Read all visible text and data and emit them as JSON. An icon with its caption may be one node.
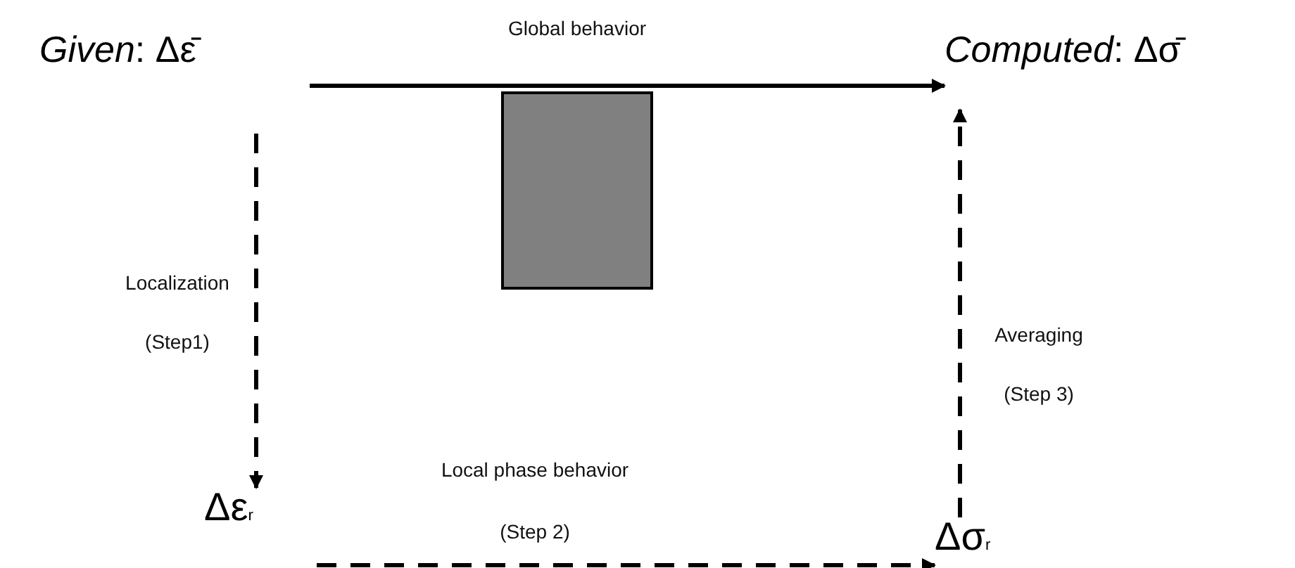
{
  "diagram": {
    "nodes": [
      {
        "text": [
          "*Given*:  Δε̄"
        ]
      },
      {
        "text": [
          "*Computed*:  Δσ̄"
        ]
      },
      {
        "text": [
          "Δε$_{r}$"
        ]
      },
      {
        "text": [
          "Δσ$_{r}$"
        ]
      },
      {
        "text": [],
        "shape": "box"
      }
    ],
    "edges": [
      {
        "from": 0,
        "to": 1,
        "arrow": "to",
        "label": "Global behavior"
      },
      {
        "from": 0,
        "to": 2,
        "arrow": "to",
        "style": "dashed",
        "label": "Localization (Step1)"
      },
      {
        "from": 2,
        "to": 3,
        "arrow": "to",
        "style": "dashed",
        "label": "Local phase behavior (Step 2)"
      },
      {
        "from": 3,
        "to": 1,
        "arrow": "to",
        "style": "dashed",
        "label": "Averaging (Step 3)"
      }
    ]
  }
}
